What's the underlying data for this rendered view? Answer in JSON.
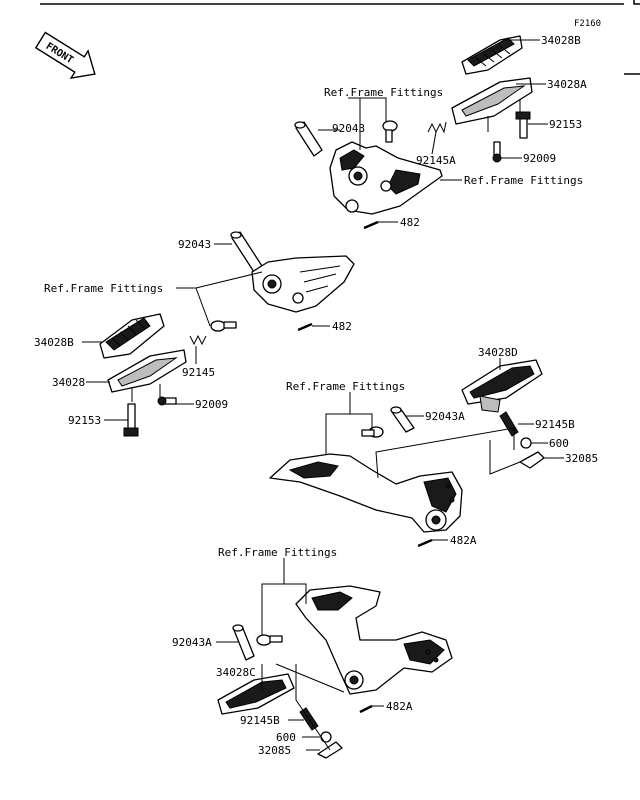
{
  "figure_code": "F2160",
  "front_arrow_label": "FRONT",
  "labels": {
    "ref_frame_1": "Ref.Frame Fittings",
    "ref_frame_2": "Ref.Frame Fittings",
    "ref_frame_3": "Ref.Frame Fittings",
    "ref_frame_4": "Ref.Frame Fittings",
    "ref_frame_5": "Ref.Frame Fittings",
    "p34028B_top": "34028B",
    "p34028A": "34028A",
    "p92153_top": "92153",
    "p92009_top": "92009",
    "p92043_top": "92043",
    "p92145A": "92145A",
    "p482_top": "482",
    "p92043_mid": "92043",
    "p482_mid": "482",
    "p34028B_left": "34028B",
    "p92145": "92145",
    "p34028": "34028",
    "p92009_left": "92009",
    "p92153_left": "92153",
    "p34028D": "34028D",
    "p92043A_right": "92043A",
    "p92145B_right": "92145B",
    "p600_right": "600",
    "p32085_right": "32085",
    "p482A_right": "482A",
    "p92043A_bottom": "92043A",
    "p34028C": "34028C",
    "p482A_bottom": "482A",
    "p92145B_bottom": "92145B",
    "p600_bottom": "600",
    "p32085_bottom": "32085"
  }
}
